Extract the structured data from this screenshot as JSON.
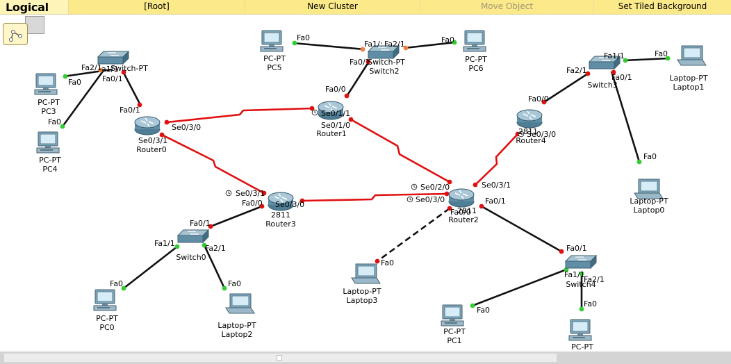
{
  "toolbar": {
    "mode": "Logical",
    "root": "[Root]",
    "new_cluster": "New Cluster",
    "move_object": "Move Object",
    "set_tiled_background": "Set Tiled Background"
  },
  "colors": {
    "toolbar_bg": "#fff4b8",
    "serial_link": "#e01010",
    "ethernet_link": "#111111",
    "port_up": "#33cc33",
    "port_down": "#e01010",
    "port_blink": "#f08040"
  },
  "devices": {
    "pc5": {
      "type": "PC-PT",
      "name": "PC5"
    },
    "pc6": {
      "type": "PC-PT",
      "name": "PC6"
    },
    "pc3": {
      "type": "PC-PT",
      "name": "PC3"
    },
    "pc4": {
      "type": "PC-PT",
      "name": "PC4"
    },
    "pc0": {
      "type": "PC-PT",
      "name": "PC0"
    },
    "pc1": {
      "type": "PC-PT",
      "name": "PC1"
    },
    "pc_bottom": {
      "type": "PC-PT"
    },
    "switch2": {
      "type": "Switch-PT",
      "name": "Switch2"
    },
    "switch1": {
      "type": "Switch-PT"
    },
    "switch3": {
      "type": "Switch-PT",
      "name": "Switch3"
    },
    "switch0": {
      "type": "Switch-PT",
      "name": "Switch0"
    },
    "switch4": {
      "type": "Switch-PT",
      "name": "Switch4"
    },
    "router0": {
      "name": "Router0"
    },
    "router1": {
      "name": "Router1"
    },
    "router2": {
      "type": "2811",
      "name": "Router2"
    },
    "router3": {
      "type": "2811",
      "name": "Router3"
    },
    "router4": {
      "type": "2811",
      "name": "Router4"
    },
    "laptop0": {
      "type": "Laptop-PT",
      "name": "Laptop0"
    },
    "laptop1": {
      "type": "Laptop-PT",
      "name": "Laptop1"
    },
    "laptop2": {
      "type": "Laptop-PT",
      "name": "Laptop2"
    },
    "laptop3": {
      "type": "Laptop-PT",
      "name": "Laptop3"
    }
  },
  "ports": {
    "pc5_fa0": "Fa0",
    "sw2_fa11": "Fa1/:",
    "sw2_fa21": "Fa2/1",
    "pc6_fa0": "Fa0",
    "sw2_fa01": "Fa0/1",
    "r1_fa00": "Fa0/0",
    "r1_se011": "Se0/1/1",
    "r1_se010": "Se0/1/0",
    "sw1_fa21": "Fa2/1",
    "sw1_fa11": "a1/1",
    "sw1_fa01": "Fa0/1",
    "pc3_fa0": "Fa0",
    "pc4_fa0": "Fa0",
    "r0_fa01": "Fa0/1",
    "r0_se030": "Se0/3/0",
    "r0_se031": "Se0/3/1",
    "sw3_fa11": "Fa1/1",
    "sw3_fa21": "Fa2/1",
    "sw3_fa01": "Fa0/1",
    "lap1_fa0": "Fa0",
    "r4_fa00": "Fa0/0",
    "r4_se030": "Se0/3/0",
    "lap0_fa0": "Fa0",
    "r3_se031": "Se0/3/1",
    "r3_fa00": "Fa0/0",
    "r3_se030": "Se0/3/0",
    "sw0_fa01": "Fa0/1",
    "sw0_fa11": "Fa1/1",
    "sw0_fa21": "Fa2/1",
    "pc0_fa0": "Fa0",
    "lap2_fa0": "Fa0",
    "r2_se020": "Se0/2/0",
    "r2_se030": "Se0/3/0",
    "r2_se031": "Se0/3/1",
    "r2_fa00": "Fa0/0",
    "r2_fa01": "Fa0/1",
    "lap3_fa0": "Fa0",
    "sw4_fa01": "Fa0/1",
    "sw4_fa11": "Fa1/1",
    "sw4_fa21": "Fa2/1",
    "pc1_fa0": "Fa0",
    "pcb_fa0": "Fa0"
  }
}
